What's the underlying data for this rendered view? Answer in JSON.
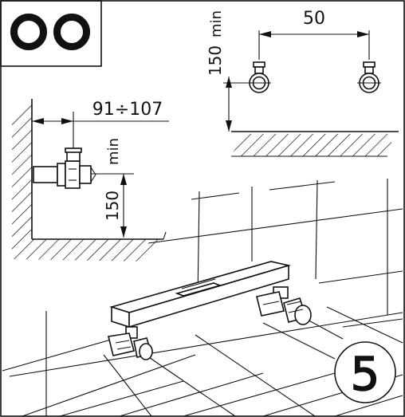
{
  "step_number": "5",
  "tool_icon": "two-o-rings-icon",
  "top_view": {
    "spacing_value": "50",
    "height_value": "150",
    "height_suffix": "min"
  },
  "side_view": {
    "offset_range": "91÷107",
    "height_value": "150",
    "height_suffix": "min"
  }
}
